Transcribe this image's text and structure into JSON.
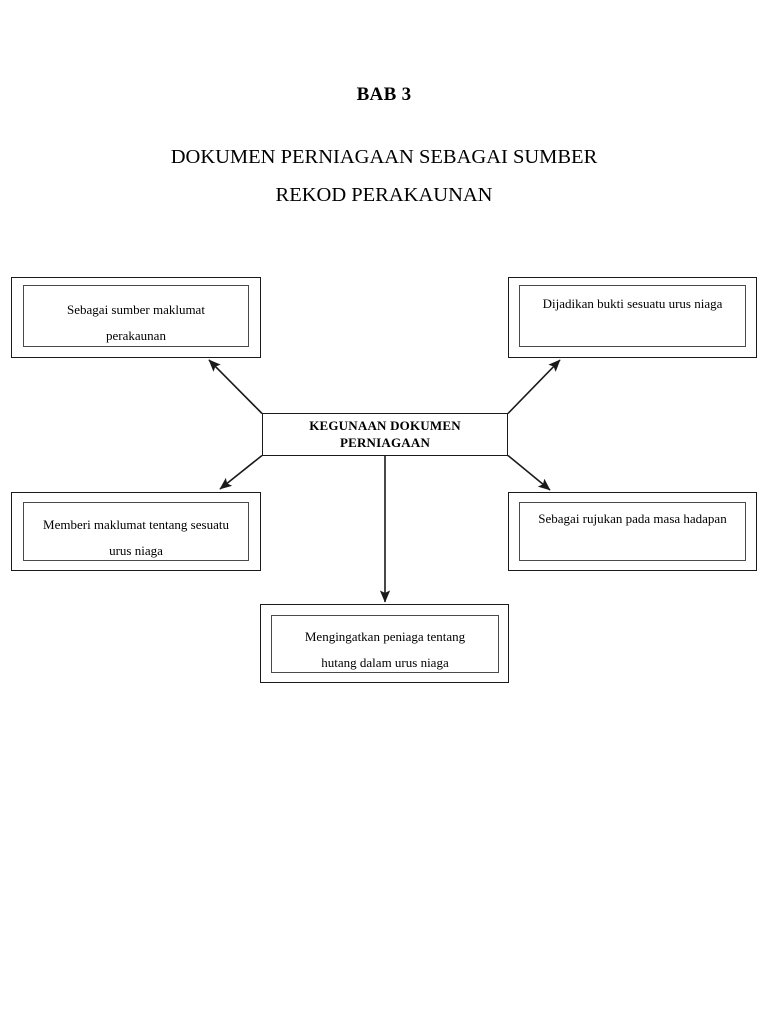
{
  "header": {
    "chapter_label": "BAB 3",
    "title_line_1": "DOKUMEN PERNIAGAAN SEBAGAI SUMBER",
    "title_line_2": "REKOD PERAKAUNAN"
  },
  "diagram": {
    "hub": {
      "label": "KEGUNAAN DOKUMEN\nPERNIAGAAN"
    },
    "nodes": [
      {
        "id": "sumber-maklumat",
        "label": "Sebagai sumber maklumat\nperakaunan",
        "position": "top-left"
      },
      {
        "id": "bukti",
        "label": "Dijadikan bukti sesuatu urus niaga",
        "position": "top-right"
      },
      {
        "id": "memberi-maklumat",
        "label": "Memberi maklumat tentang sesuatu\nurus niaga",
        "position": "bottom-left"
      },
      {
        "id": "rujukan",
        "label": "Sebagai rujukan pada masa hadapan",
        "position": "bottom-right"
      },
      {
        "id": "mengingatkan",
        "label": "Mengingatkan peniaga tentang\nhutang dalam urus niaga",
        "position": "bottom-center"
      }
    ],
    "connectors": [
      {
        "from": "hub",
        "to": "sumber-maklumat",
        "style": "arrow"
      },
      {
        "from": "hub",
        "to": "bukti",
        "style": "arrow"
      },
      {
        "from": "hub",
        "to": "memberi-maklumat",
        "style": "arrow"
      },
      {
        "from": "hub",
        "to": "rujukan",
        "style": "arrow"
      },
      {
        "from": "hub",
        "to": "mengingatkan",
        "style": "arrow"
      }
    ]
  },
  "colors": {
    "page_background": "#ffffff",
    "ink": "#000000",
    "box_border": "#1a1a1a",
    "inner_box_border": "#4a4a4a",
    "connector": "#1a1a1a"
  }
}
